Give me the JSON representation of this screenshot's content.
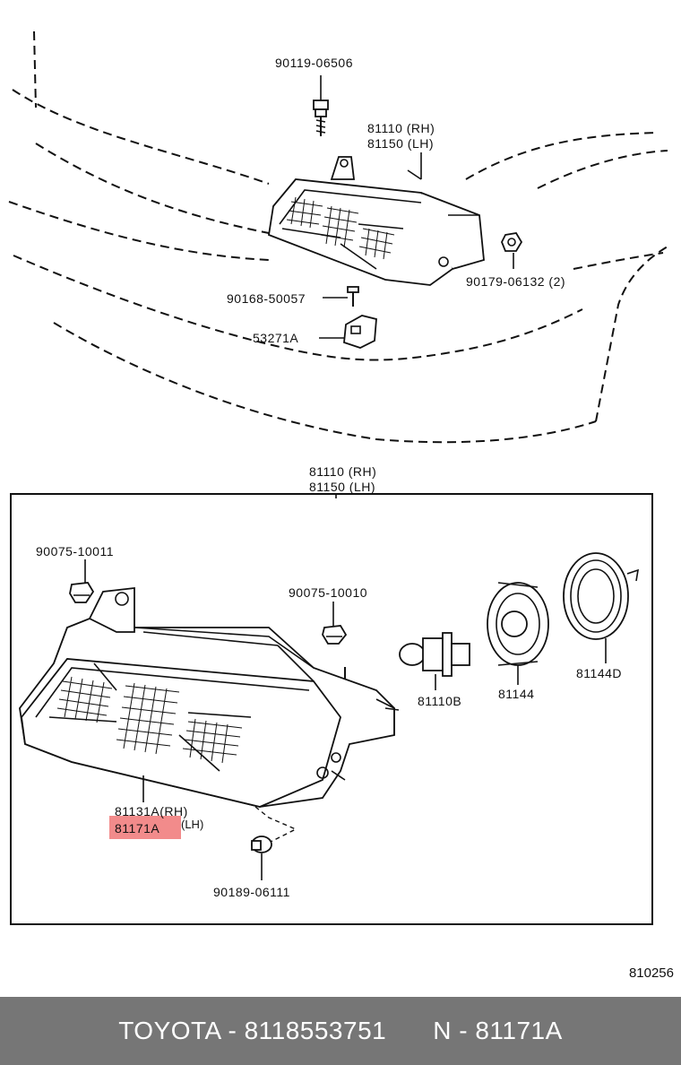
{
  "diagram": {
    "top_callouts": {
      "bolt": "90119-06506",
      "headlamp_rh": "81110 (RH)",
      "headlamp_lh": "81150 (LH)",
      "nut": "90179-06132 (2)",
      "screw": "90168-50057",
      "bracket": "53271A"
    },
    "box_title_rh": "81110 (RH)",
    "box_title_lh": "81150 (LH)",
    "box_callouts": {
      "clip_left": "90075-10011",
      "clip_mid": "90075-10010",
      "bulb": "81110B",
      "socket": "81144",
      "cover": "81144D",
      "unit_rh": "81131A(RH)",
      "unit_lh_part": "81171A",
      "unit_lh_suffix": "(LH)",
      "grommet": "90189-06111"
    },
    "highlight_color": "#f28b8b",
    "code": "810256"
  },
  "footer": {
    "brand_part": "TOYOTA - 8118553751",
    "ref": "N - 81171A"
  }
}
